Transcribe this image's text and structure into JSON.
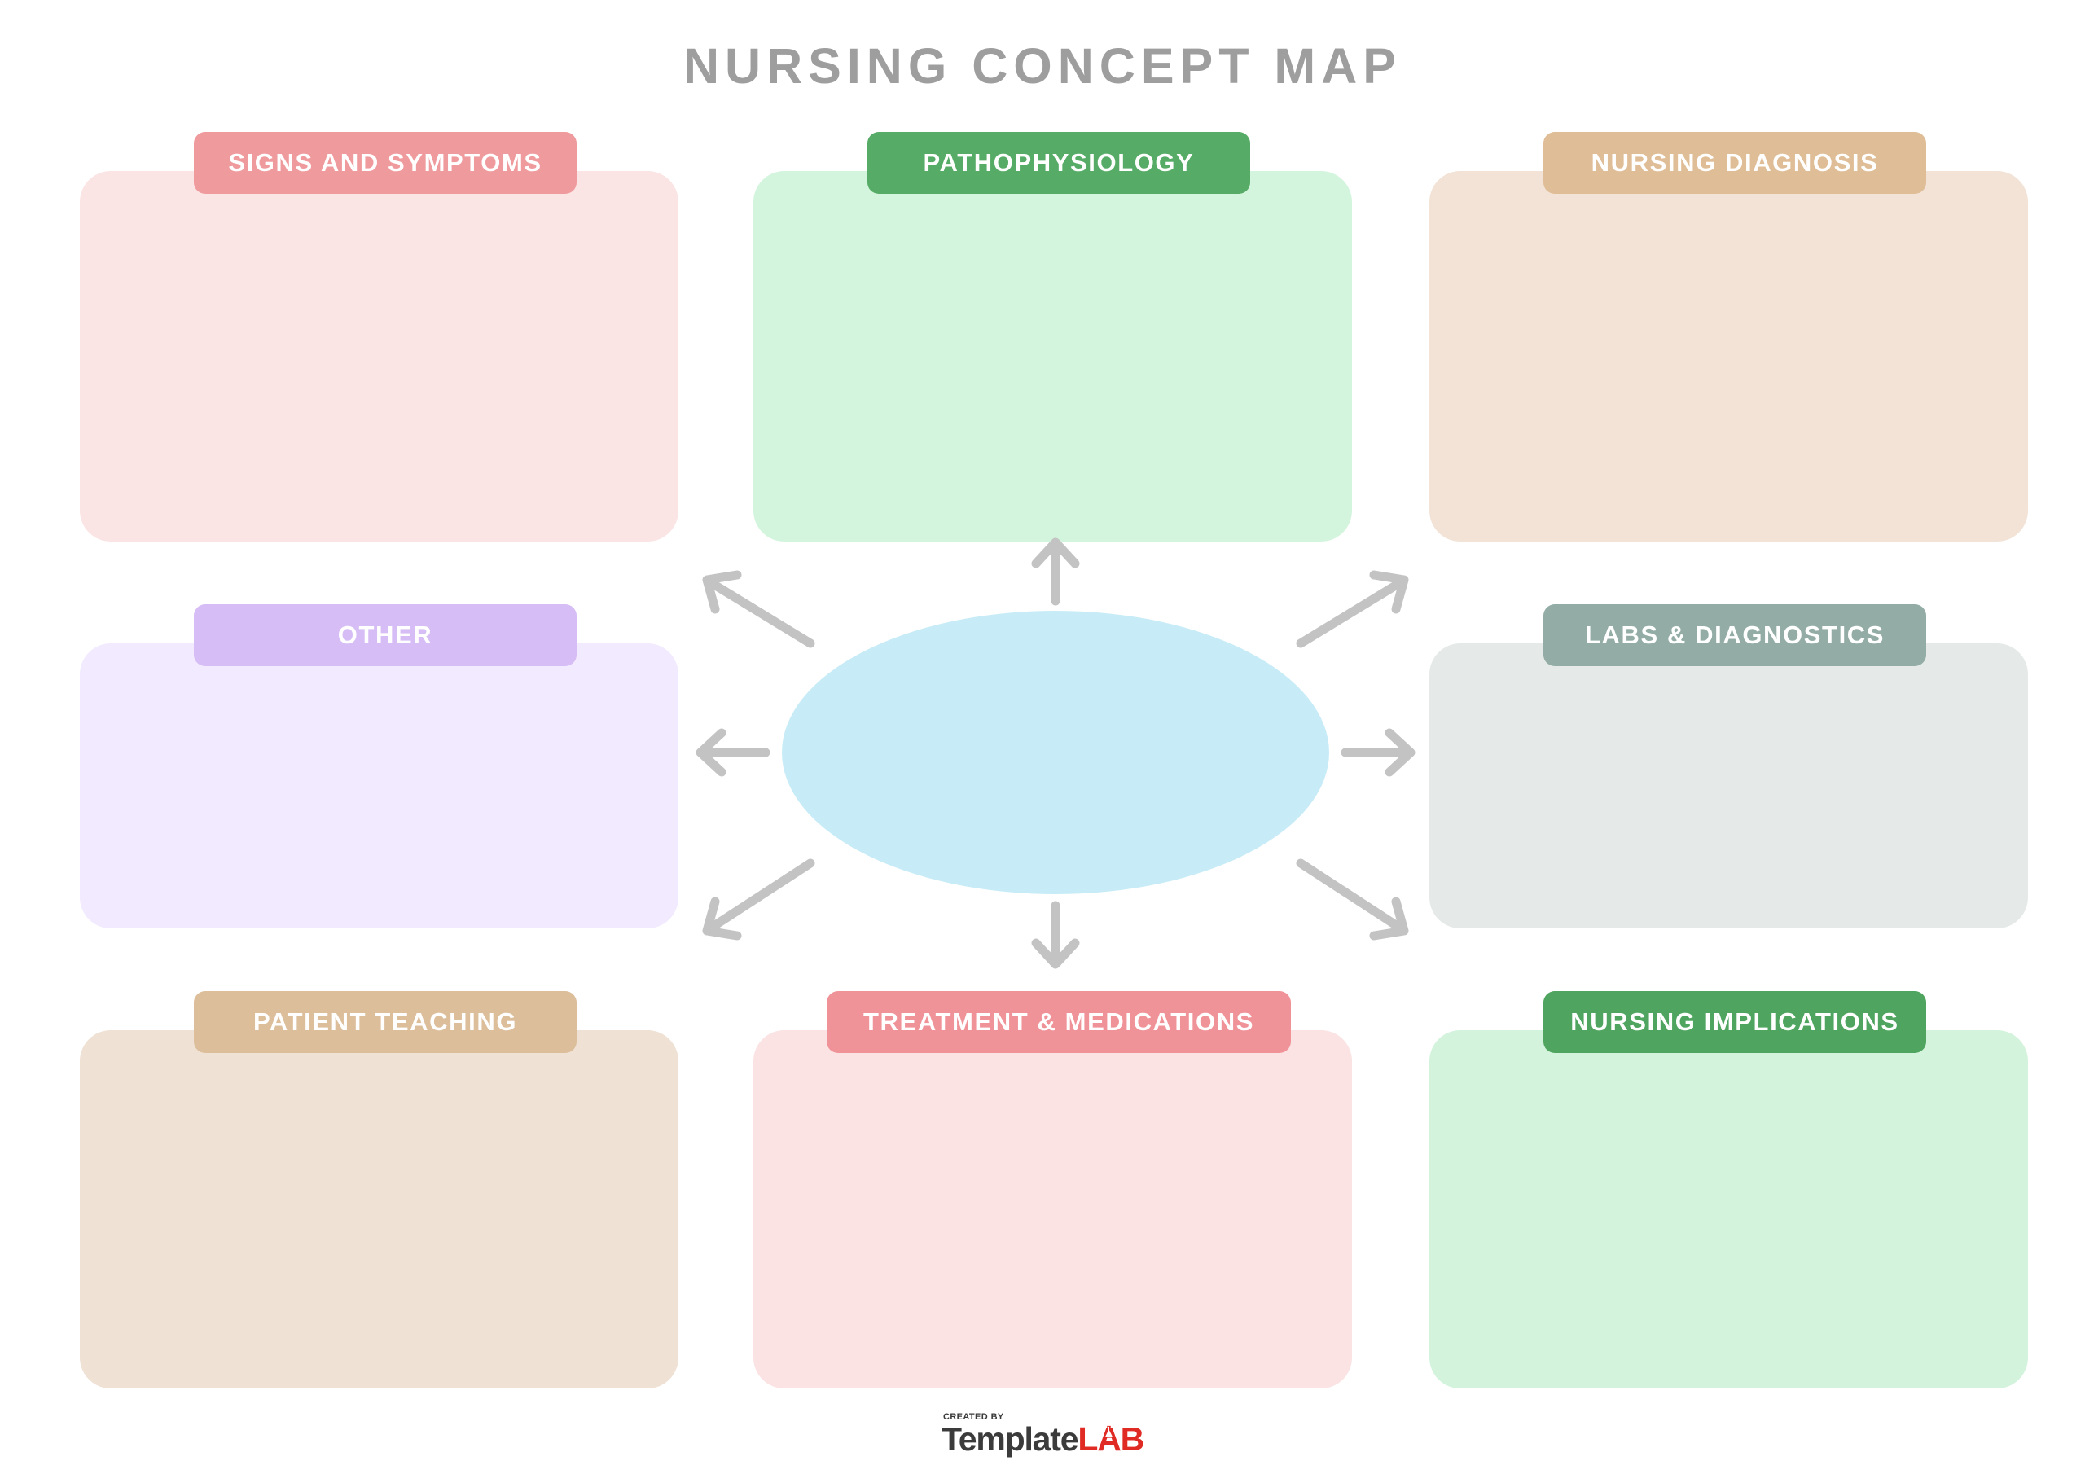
{
  "page": {
    "title": "NURSING CONCEPT MAP",
    "title_color": "#9e9e9e",
    "background": "#ffffff"
  },
  "center": {
    "shape": "ellipse",
    "fill_color": "#c7ecf7",
    "label": "",
    "arrow_color": "#c3c3c3",
    "arrow_directions": [
      "up",
      "up-right",
      "right",
      "down-right",
      "down",
      "down-left",
      "left",
      "up-left"
    ]
  },
  "panels": [
    {
      "id": "signs-and-symptoms",
      "label": "SIGNS AND SYMPTOMS",
      "content": "",
      "header_color": "#ef9a9d",
      "body_color": "#fbe4e4",
      "column": "left",
      "row": 1
    },
    {
      "id": "pathophysiology",
      "label": "PATHOPHYSIOLOGY",
      "content": "",
      "header_color": "#56ab66",
      "body_color": "#d4f5dd",
      "column": "center",
      "row": 1
    },
    {
      "id": "nursing-diagnosis",
      "label": "NURSING DIAGNOSIS",
      "content": "",
      "header_color": "#dfbd96",
      "body_color": "#f2e3d6",
      "column": "right",
      "row": 1
    },
    {
      "id": "other",
      "label": "OTHER",
      "content": "",
      "header_color": "#d6bdf5",
      "body_color": "#f2eafe",
      "column": "left",
      "row": 2
    },
    {
      "id": "labs-and-diagnostics",
      "label": "LABS & DIAGNOSTICS",
      "content": "",
      "header_color": "#93ada6",
      "body_color": "#e5eae8",
      "column": "right",
      "row": 2
    },
    {
      "id": "patient-teaching",
      "label": "PATIENT TEACHING",
      "content": "",
      "header_color": "#dcbe9b",
      "body_color": "#efe1d3",
      "column": "left",
      "row": 3
    },
    {
      "id": "treatment-and-medications",
      "label": "TREATMENT & MEDICATIONS",
      "content": "",
      "header_color": "#f09399",
      "body_color": "#fbe2e3",
      "column": "center",
      "row": 3
    },
    {
      "id": "nursing-implications",
      "label": "NURSING IMPLICATIONS",
      "content": "",
      "header_color": "#4fa55f",
      "body_color": "#d3f3dc",
      "column": "right",
      "row": 3
    }
  ],
  "footer": {
    "created_by": "CREATED BY",
    "brand_first": "Template",
    "brand_second": "LAB",
    "brand_first_color": "#3b3b3b",
    "brand_second_color": "#e02b25"
  }
}
